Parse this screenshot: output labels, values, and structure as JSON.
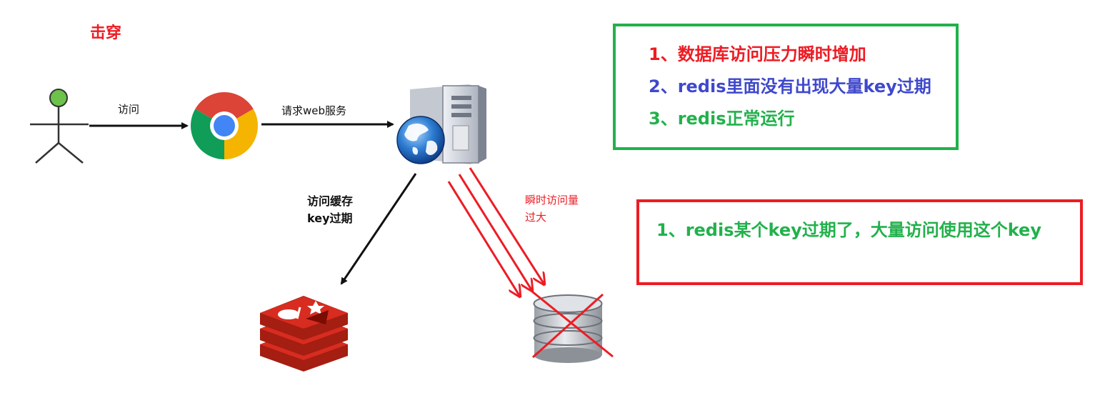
{
  "title": {
    "text": "击穿",
    "color": "#ed1c24"
  },
  "edges": {
    "visit": "访问",
    "web_request": "请求web服务",
    "cache_line1": "访问缓存",
    "cache_line2": "key过期",
    "instant_line1": "瞬时访问量",
    "instant_line2": "过大"
  },
  "green_box": {
    "border_color": "#22b14c",
    "items": [
      {
        "text": "1、数据库访问压力瞬时增加",
        "color": "#ed1c24"
      },
      {
        "text": "2、redis里面没有出现大量key过期",
        "color": "#3f48cc"
      },
      {
        "text": "3、redis正常运行",
        "color": "#22b14c"
      }
    ]
  },
  "red_box": {
    "border_color": "#ed1c24",
    "items": [
      {
        "text": "1、redis某个key过期了，大量访问使用这个key",
        "color": "#22b14c"
      }
    ]
  },
  "icons": {
    "user": "user-stick-figure-icon",
    "browser": "chrome-browser-icon",
    "server": "web-server-icon",
    "cache": "redis-icon",
    "database": "database-icon"
  },
  "colors": {
    "arrow_black": "#111111",
    "arrow_red": "#ed1c24",
    "redis_red": "#c6302b",
    "user_head": "#6cc24a"
  }
}
